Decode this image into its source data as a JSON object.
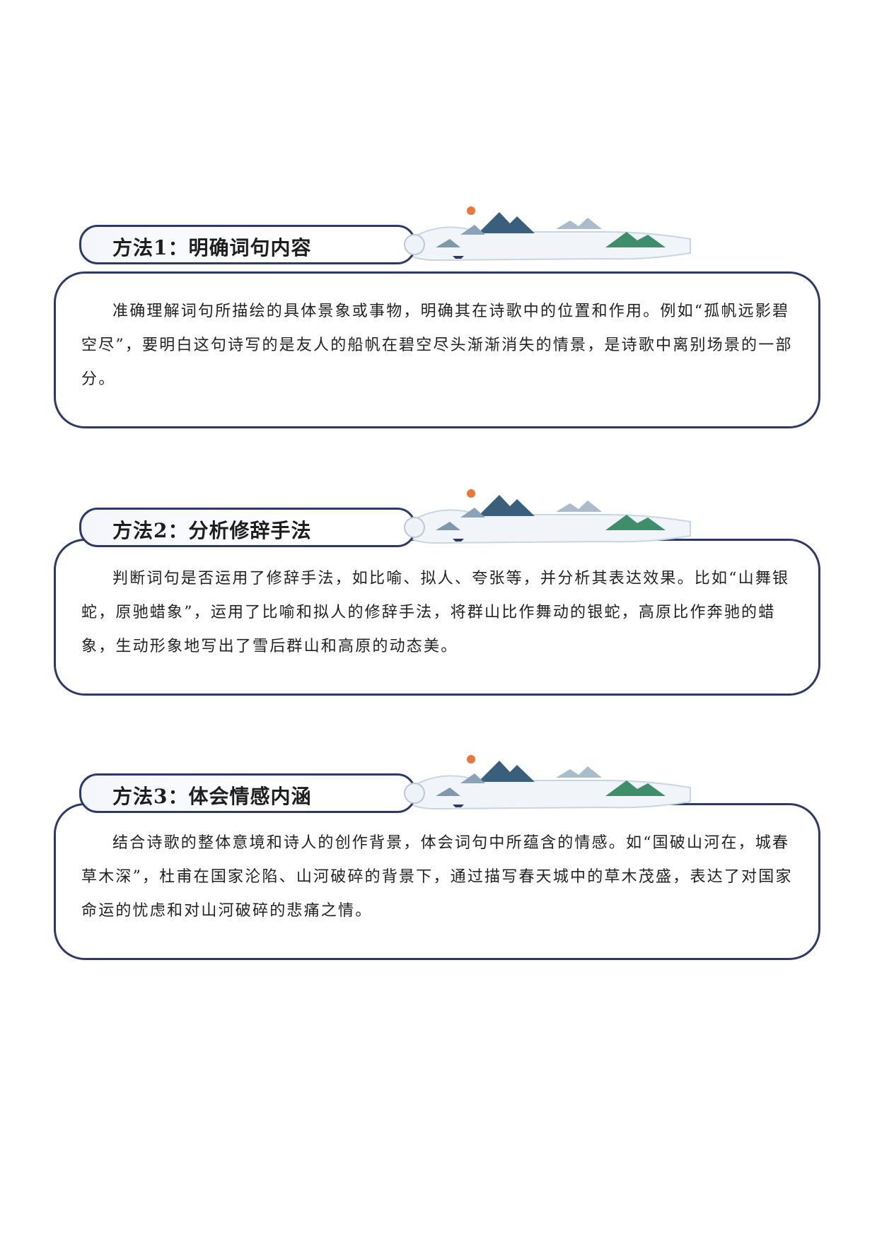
{
  "colors": {
    "border": "#2c3a6b",
    "text": "#222222",
    "sun": "#e9763a",
    "mountain": "#3a5f7d",
    "green": "#3f8d6b"
  },
  "sections": [
    {
      "title": "方法1：明确词句内容",
      "body": "准确理解词句所描绘的具体景象或事物，明确其在诗歌中的位置和作用。例如“孤帆远影碧空尽”，要明白这句诗写的是友人的船帆在碧空尽头渐渐消失的情景，是诗歌中离别场景的一部分。"
    },
    {
      "title": "方法2：分析修辞手法",
      "body": "判断词句是否运用了修辞手法，如比喻、拟人、夸张等，并分析其表达效果。比如“山舞银蛇，原驰蜡象”，运用了比喻和拟人的修辞手法，将群山比作舞动的银蛇，高原比作奔驰的蜡象，生动形象地写出了雪后群山和高原的动态美。"
    },
    {
      "title": "方法3：体会情感内涵",
      "body": "结合诗歌的整体意境和诗人的创作背景，体会词句中所蕴含的情感。如“国破山河在，城春草木深”，杜甫在国家沦陷、山河破碎的背景下，通过描写春天城中的草木茂盛，表达了对国家命运的忧虑和对山河破碎的悲痛之情。"
    }
  ]
}
